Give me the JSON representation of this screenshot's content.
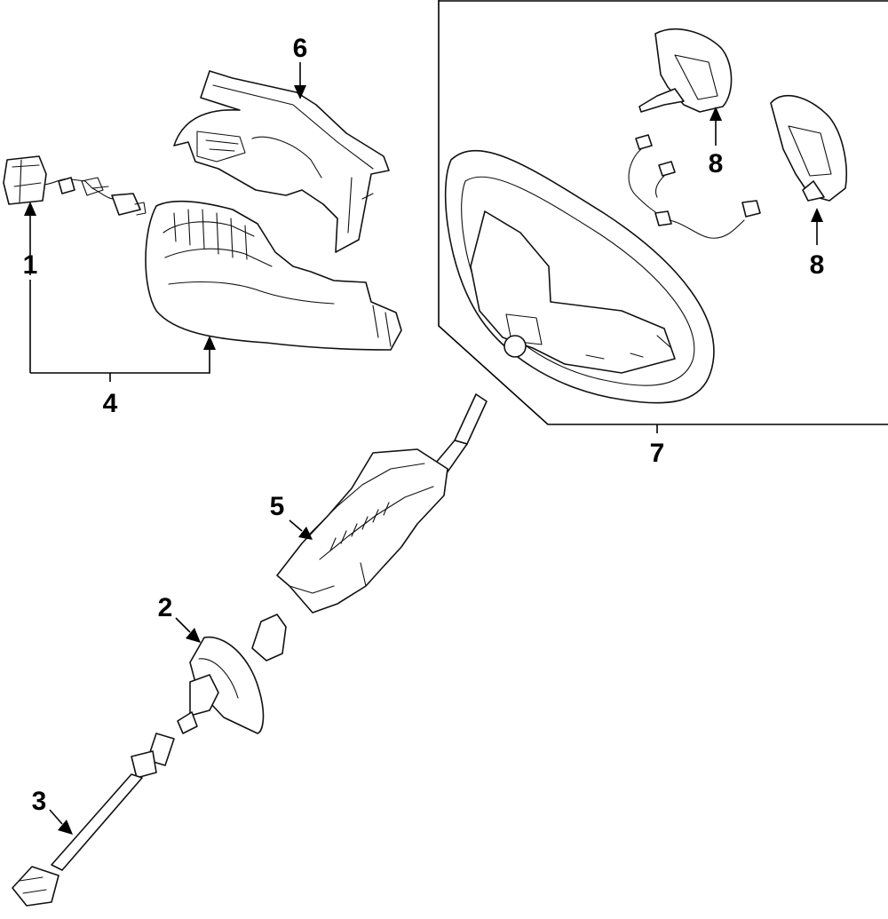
{
  "diagram": {
    "callouts": {
      "c1": "1",
      "c2": "2",
      "c3": "3",
      "c4": "4",
      "c5": "5",
      "c6": "6",
      "c7": "7",
      "c8a": "8",
      "c8b": "8"
    },
    "line_color": "#111111",
    "background": "#ffffff"
  }
}
